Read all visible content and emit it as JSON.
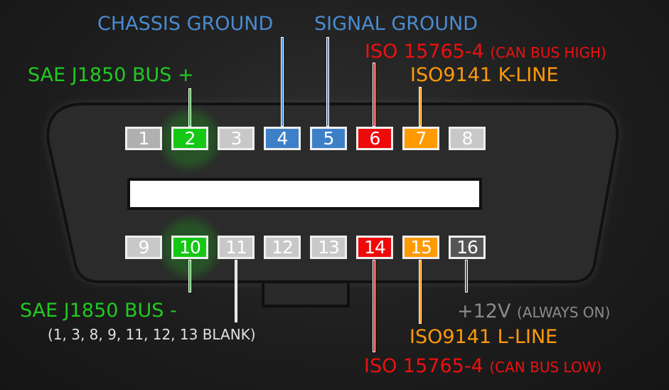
{
  "colors": {
    "green": "#22c922",
    "blue": "#4a8bd0",
    "red": "#ee1010",
    "orange": "#ff9a0a",
    "gray": "#c8c8c8",
    "dark_gray": "#555555",
    "muted": "#8a8a8a"
  },
  "pins_top": [
    {
      "num": "1",
      "color": "#b0b0b0"
    },
    {
      "num": "2",
      "color": "#14c814"
    },
    {
      "num": "3",
      "color": "#c8c8c8"
    },
    {
      "num": "4",
      "color": "#3d80c8"
    },
    {
      "num": "5",
      "color": "#3d80c8"
    },
    {
      "num": "6",
      "color": "#ee0a0a"
    },
    {
      "num": "7",
      "color": "#ff9a00"
    },
    {
      "num": "8",
      "color": "#c8c8c8"
    }
  ],
  "pins_bottom": [
    {
      "num": "9",
      "color": "#c8c8c8"
    },
    {
      "num": "10",
      "color": "#14c814"
    },
    {
      "num": "11",
      "color": "#c8c8c8"
    },
    {
      "num": "12",
      "color": "#c8c8c8"
    },
    {
      "num": "13",
      "color": "#c8c8c8"
    },
    {
      "num": "14",
      "color": "#ee0a0a"
    },
    {
      "num": "15",
      "color": "#ff9a00"
    },
    {
      "num": "16",
      "color": "#555555"
    }
  ],
  "labels": {
    "chassis_ground": "CHASSIS GROUND",
    "signal_ground": "SIGNAL GROUND",
    "can_high_main": "ISO 15765-4",
    "can_high_sub": "(CAN BUS HIGH)",
    "k_line": "ISO9141 K-LINE",
    "j1850_plus": "SAE J1850 BUS +",
    "j1850_minus": "SAE J1850 BUS -",
    "blank_note": "(1, 3, 8, 9, 11, 12, 13 BLANK)",
    "plus12v_main": "+12V",
    "plus12v_sub": "(ALWAYS ON)",
    "l_line": "ISO9141 L-LINE",
    "can_low_main": "ISO 15765-4",
    "can_low_sub": "(CAN BUS LOW)"
  }
}
